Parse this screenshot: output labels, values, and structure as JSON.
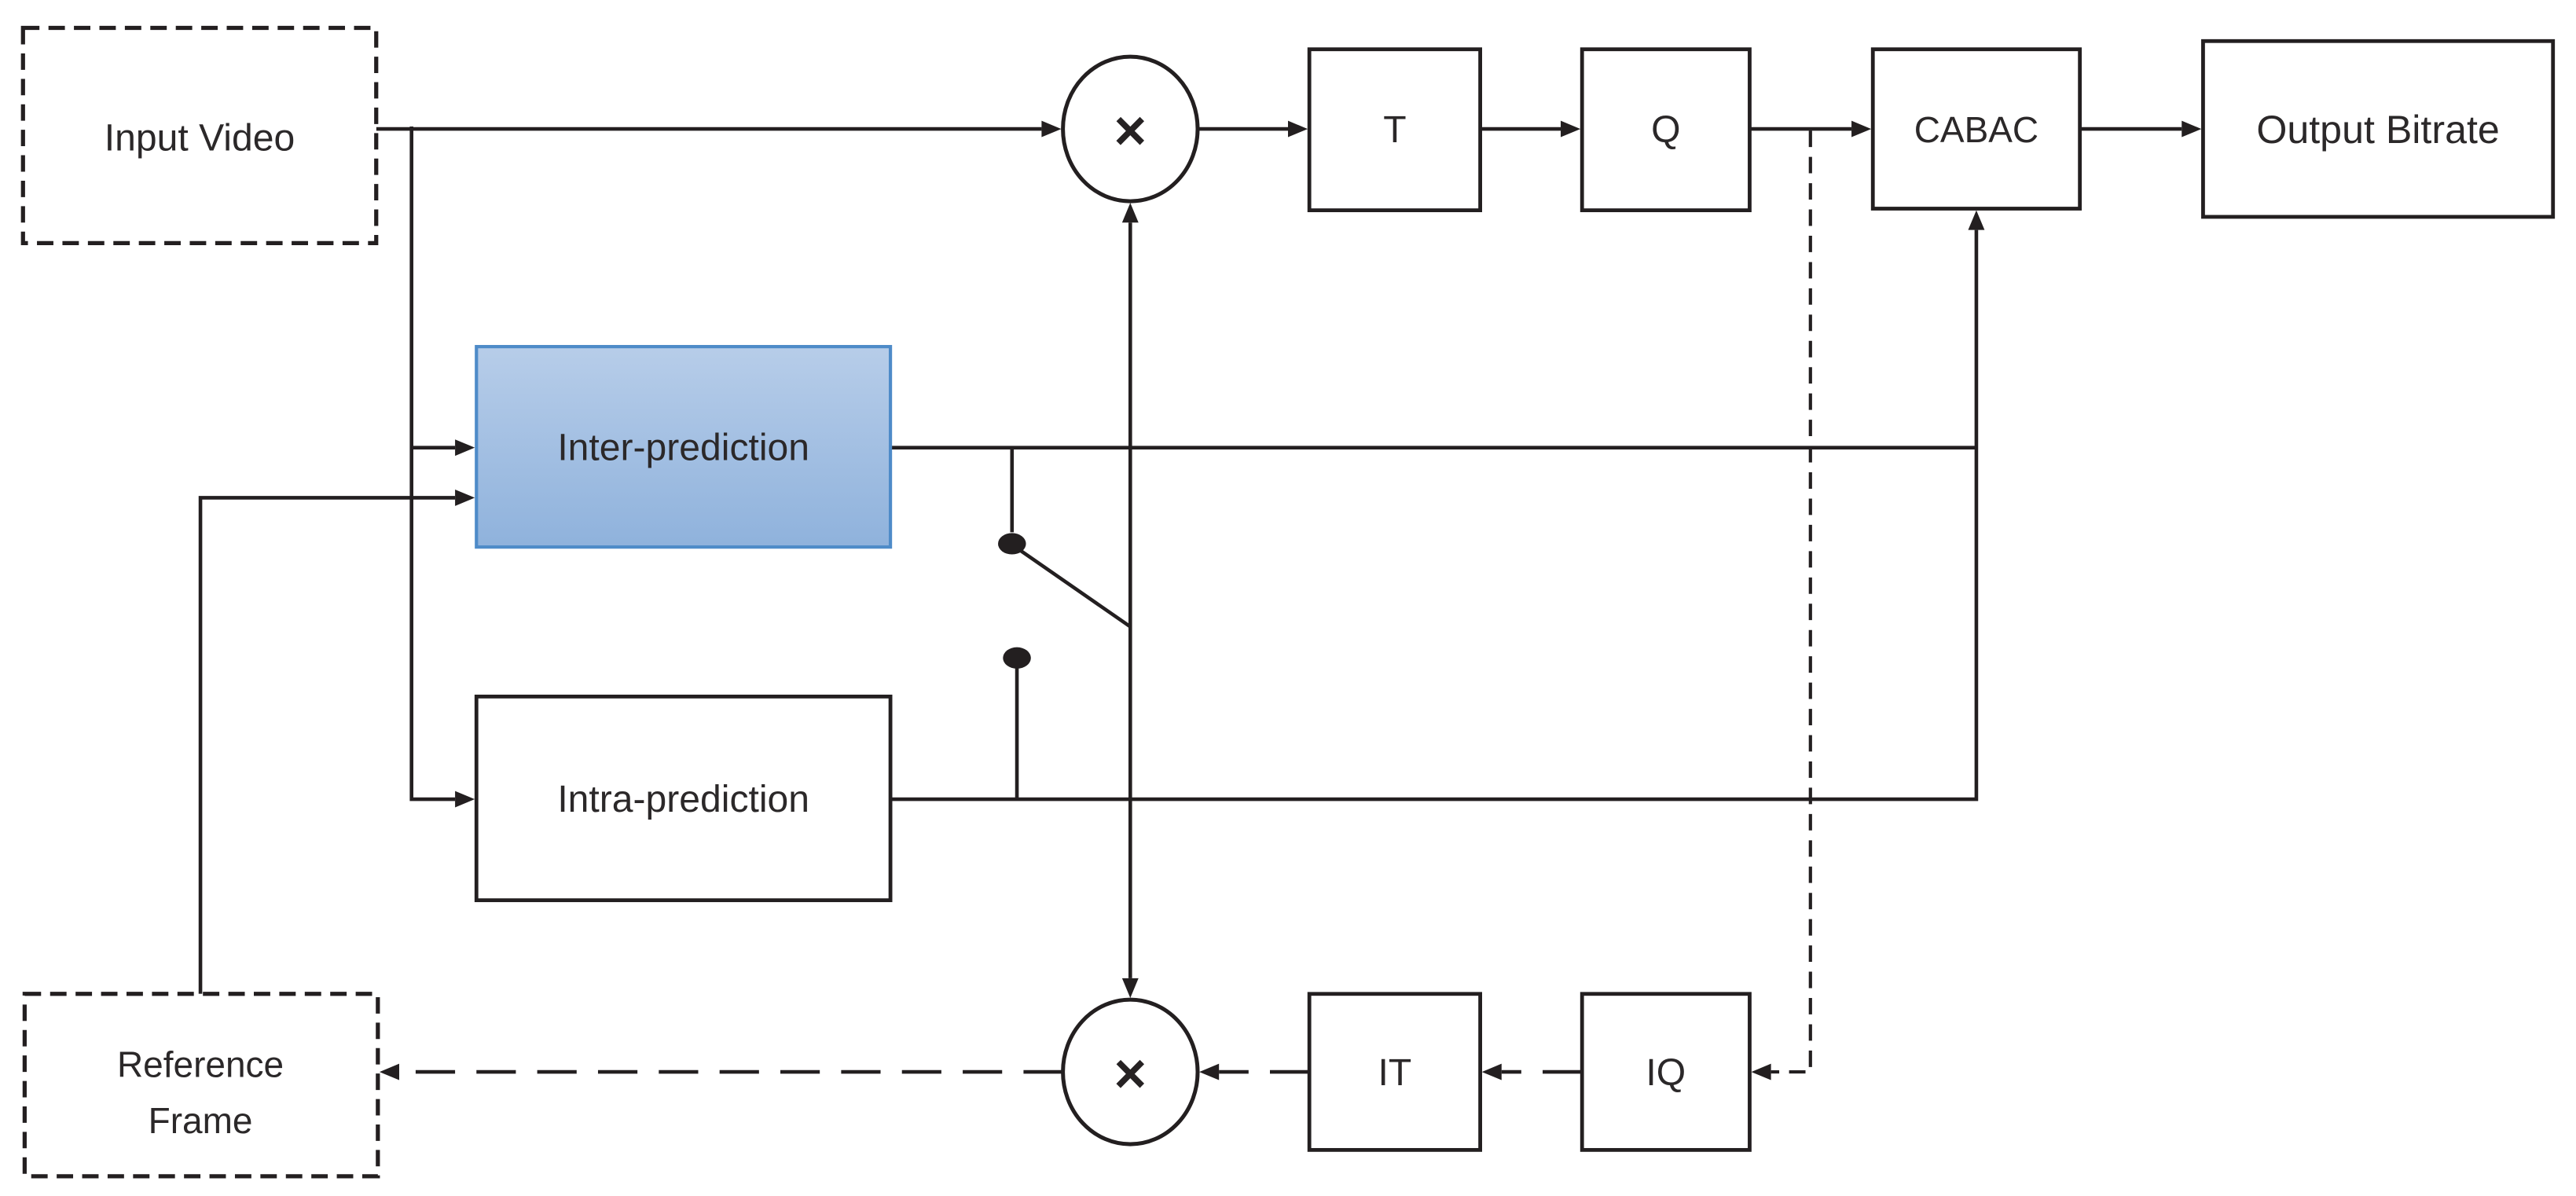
{
  "diagram": {
    "type": "block-diagram",
    "subject": "video-encoder-pipeline",
    "nodes": {
      "input_video": {
        "label": "Input Video"
      },
      "inter_prediction": {
        "label": "Inter-prediction"
      },
      "intra_prediction": {
        "label": "Intra-prediction"
      },
      "transform": {
        "label": "T"
      },
      "quantization": {
        "label": "Q"
      },
      "cabac": {
        "label": "CABAC"
      },
      "output_bitrate": {
        "label": "Output Bitrate"
      },
      "inverse_transform": {
        "label": "IT"
      },
      "inverse_quantization": {
        "label": "IQ"
      },
      "reference_frame": {
        "label": "Reference Frame",
        "lines": [
          "Reference",
          "Frame"
        ]
      },
      "subtract_node": {
        "symbol": "×"
      },
      "add_node": {
        "symbol": "×"
      }
    },
    "colors": {
      "line": "#231f20",
      "text": "#2b2829",
      "highlight_border": "#4e8bc8",
      "highlight_fill_top": "#b7cde9",
      "highlight_fill_bottom": "#8fb2dc",
      "box_fill": "#ffffff",
      "background": "#ffffff"
    }
  }
}
